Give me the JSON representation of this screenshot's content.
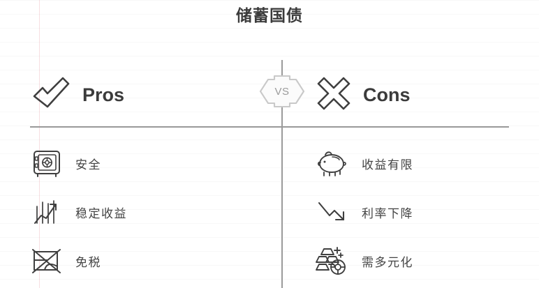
{
  "title": "储蓄国债",
  "vs": {
    "label": "VS",
    "icon": "vs-hexagon-badge"
  },
  "columns": {
    "pros": {
      "heading": "Pros",
      "heading_icon": "checkmark-icon",
      "items": [
        {
          "label": "安全",
          "icon": "safe-vault-icon"
        },
        {
          "label": "稳定收益",
          "icon": "rising-chart-arrow-icon"
        },
        {
          "label": "免税",
          "icon": "no-tax-document-icon"
        }
      ]
    },
    "cons": {
      "heading": "Cons",
      "heading_icon": "cross-x-icon",
      "items": [
        {
          "label": "收益有限",
          "icon": "piggy-bank-icon"
        },
        {
          "label": "利率下降",
          "icon": "declining-arrow-icon"
        },
        {
          "label": "需多元化",
          "icon": "gold-bars-coin-icon"
        }
      ]
    }
  },
  "colors": {
    "title_text": "#3b3b3b",
    "heading_text": "#3b3b3b",
    "item_text": "#444444",
    "icon_stroke": "#3f3f3f",
    "divider": "#9a9a9a",
    "vs_badge": "#c9c9c9",
    "vs_text": "#9b9b9b",
    "background": "#ffffff"
  }
}
